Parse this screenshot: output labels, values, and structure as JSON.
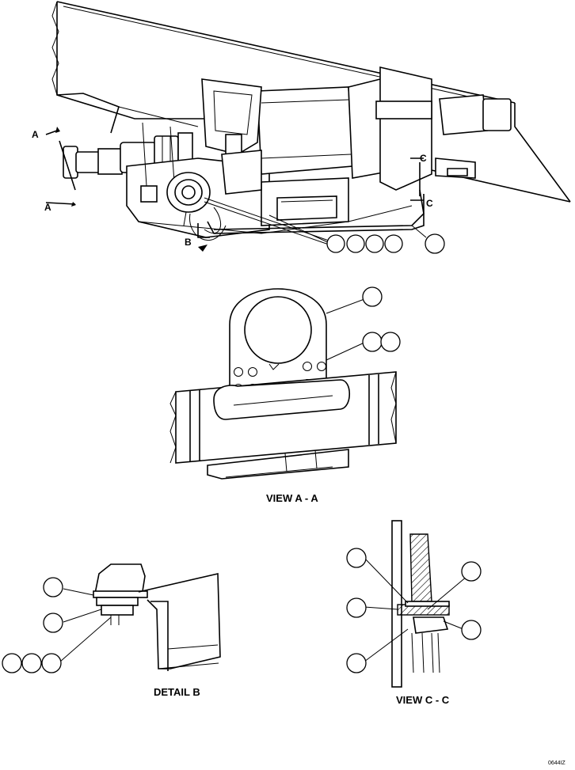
{
  "view_titles": {
    "view_a": "VIEW A - A",
    "detail_b": "DETAIL B",
    "view_c": "VIEW C - C"
  },
  "section_markers": {
    "a_upper": "A",
    "a_lower": "A",
    "b": "B",
    "c_upper": "C",
    "c_lower": "C"
  },
  "drawing_tag": "0644IZ"
}
